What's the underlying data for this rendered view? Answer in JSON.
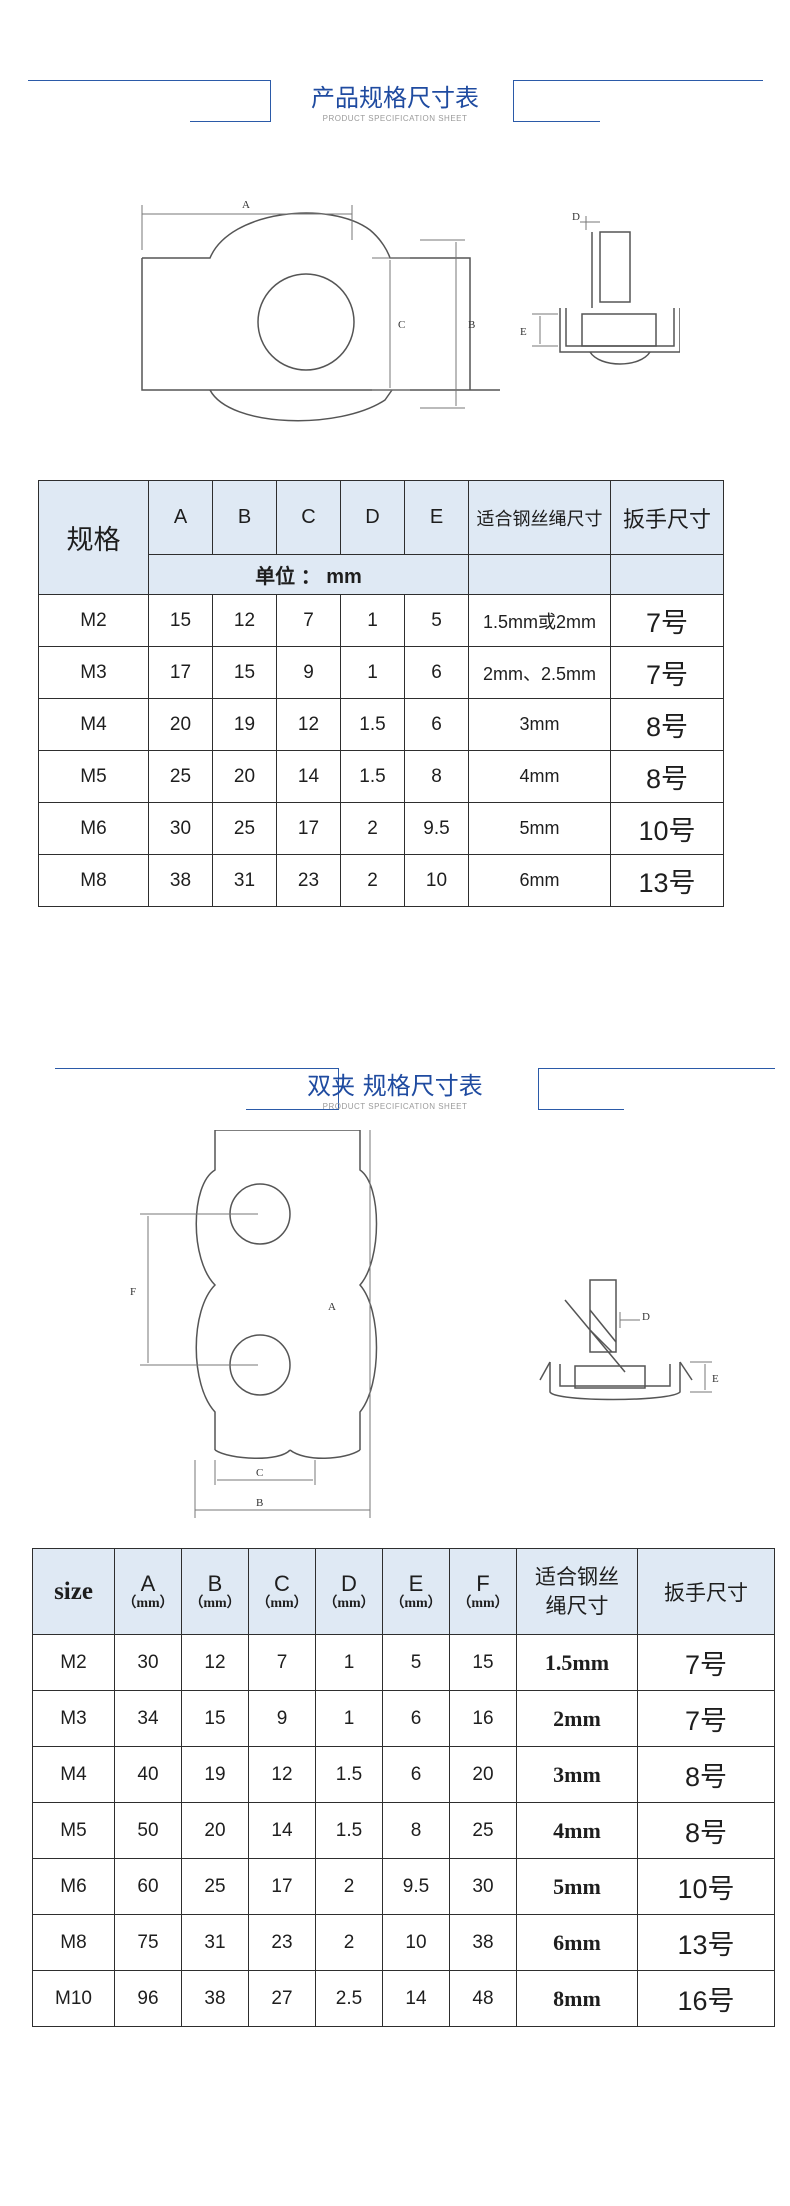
{
  "section1": {
    "title": "产品规格尺寸表",
    "subtitle": "PRODUCT SPECIFICATION SHEET",
    "drawing_labels": {
      "a": "A",
      "b": "B",
      "c": "C",
      "d": "D",
      "e": "E"
    },
    "table": {
      "category_header": "规格",
      "dim_headers": [
        "A",
        "B",
        "C",
        "D",
        "E"
      ],
      "wire_header": "适合钢丝绳尺寸",
      "wrench_header": "扳手尺寸",
      "unit_label": "单位 ： mm",
      "rows": [
        {
          "size": "M2",
          "dims": [
            "15",
            "12",
            "7",
            "1",
            "5"
          ],
          "wire": "1.5mm或2mm",
          "wrench": "7号"
        },
        {
          "size": "M3",
          "dims": [
            "17",
            "15",
            "9",
            "1",
            "6"
          ],
          "wire": "2mm、2.5mm",
          "wrench": "7号"
        },
        {
          "size": "M4",
          "dims": [
            "20",
            "19",
            "12",
            "1.5",
            "6"
          ],
          "wire": "3mm",
          "wrench": "8号"
        },
        {
          "size": "M5",
          "dims": [
            "25",
            "20",
            "14",
            "1.5",
            "8"
          ],
          "wire": "4mm",
          "wrench": "8号"
        },
        {
          "size": "M6",
          "dims": [
            "30",
            "25",
            "17",
            "2",
            "9.5"
          ],
          "wire": "5mm",
          "wrench": "10号"
        },
        {
          "size": "M8",
          "dims": [
            "38",
            "31",
            "23",
            "2",
            "10"
          ],
          "wire": "6mm",
          "wrench": "13号"
        }
      ]
    }
  },
  "section2": {
    "title": "双夹 规格尺寸表",
    "subtitle": "PRODUCT SPECIFICATION SHEET",
    "drawing_labels": {
      "a": "A",
      "b": "B",
      "c": "C",
      "d": "D",
      "e": "E",
      "f": "F"
    },
    "table": {
      "size_header": "size",
      "dim_headers": [
        "A",
        "B",
        "C",
        "D",
        "E",
        "F"
      ],
      "unit_sub": "（mm）",
      "wire_header_line1": "适合钢丝",
      "wire_header_line2": "绳尺寸",
      "wrench_header": "扳手尺寸",
      "rows": [
        {
          "size": "M2",
          "dims": [
            "30",
            "12",
            "7",
            "1",
            "5",
            "15"
          ],
          "wire": "1.5mm",
          "wrench": "7号"
        },
        {
          "size": "M3",
          "dims": [
            "34",
            "15",
            "9",
            "1",
            "6",
            "16"
          ],
          "wire": "2mm",
          "wrench": "7号"
        },
        {
          "size": "M4",
          "dims": [
            "40",
            "19",
            "12",
            "1.5",
            "6",
            "20"
          ],
          "wire": "3mm",
          "wrench": "8号"
        },
        {
          "size": "M5",
          "dims": [
            "50",
            "20",
            "14",
            "1.5",
            "8",
            "25"
          ],
          "wire": "4mm",
          "wrench": "8号"
        },
        {
          "size": "M6",
          "dims": [
            "60",
            "25",
            "17",
            "2",
            "9.5",
            "30"
          ],
          "wire": "5mm",
          "wrench": "10号"
        },
        {
          "size": "M8",
          "dims": [
            "75",
            "31",
            "23",
            "2",
            "10",
            "38"
          ],
          "wire": "6mm",
          "wrench": "13号"
        },
        {
          "size": "M10",
          "dims": [
            "96",
            "38",
            "27",
            "2.5",
            "14",
            "48"
          ],
          "wire": "8mm",
          "wrench": "16号"
        }
      ]
    }
  }
}
